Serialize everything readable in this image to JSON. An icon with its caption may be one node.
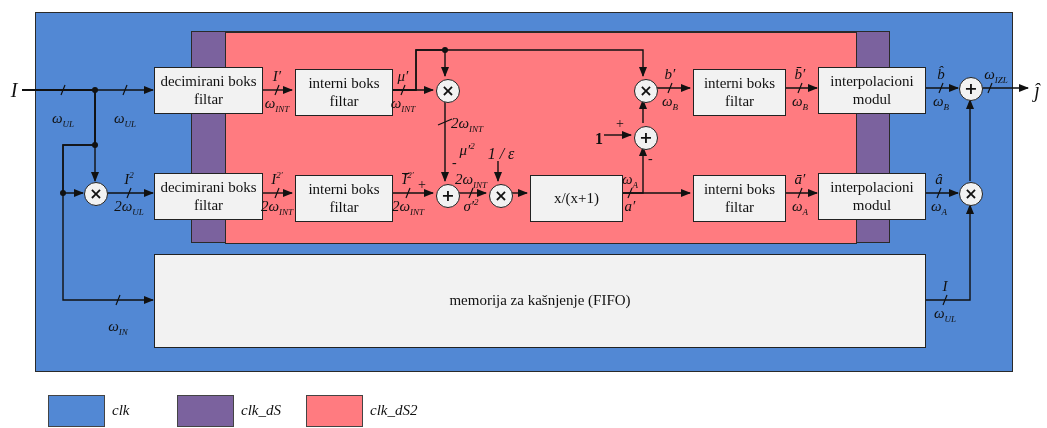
{
  "diagram": {
    "nodes": [
      {
        "text": [],
        "shape": "box"
      },
      {
        "text": [],
        "shape": "box",
        "in": 0
      },
      {
        "text": [],
        "shape": "box",
        "in": 1
      },
      {
        "text": [
          "I"
        ]
      },
      {
        "text": [
          "decimirani boks filtar"
        ],
        "in": 0
      },
      {
        "text": [
          "interni boks filtar"
        ],
        "in": 2
      },
      {
        "text": [
          "×"
        ],
        "in": 2
      },
      {
        "text": [
          "×"
        ],
        "in": 0
      },
      {
        "text": [
          "decimirani boks filtar"
        ],
        "in": 0
      },
      {
        "text": [
          "interni boks filtar"
        ],
        "in": 2
      },
      {
        "text": [
          "+"
        ],
        "in": 2
      },
      {
        "text": [
          "×"
        ],
        "in": 2
      },
      {
        "text": [
          "x/(x+1)"
        ],
        "in": 2
      },
      {
        "text": [
          "×"
        ],
        "in": 2
      },
      {
        "text": [
          "+"
        ],
        "in": 2
      },
      {
        "text": [
          "1"
        ],
        "in": 2
      },
      {
        "text": [
          "1 / ε"
        ],
        "in": 2
      },
      {
        "text": [
          "interni boks filtar"
        ],
        "in": 2
      },
      {
        "text": [
          "interni boks filtar"
        ],
        "in": 2
      },
      {
        "text": [
          "interpolacioni modul"
        ],
        "in": 0
      },
      {
        "text": [
          "interpolacioni modul"
        ],
        "in": 0
      },
      {
        "text": [
          "+"
        ],
        "in": 0
      },
      {
        "text": [
          "×"
        ],
        "in": 0
      },
      {
        "text": [
          "memorija za kašnjenje (FIFO)"
        ],
        "in": 0
      },
      {
        "text": [
          "ĵ"
        ]
      }
    ],
    "edges": [
      {
        "from": 3,
        "to": 4,
        "arrow": "to",
        "label": "ω$_{UL}$"
      },
      {
        "from": 3,
        "to": 7,
        "arrow": "to"
      },
      {
        "from": 3,
        "to": 7,
        "arrow": "to"
      },
      {
        "from": 3,
        "to": 23,
        "arrow": "to",
        "label": "ω$_{IN}$"
      },
      {
        "from": 7,
        "to": 8,
        "arrow": "to",
        "label": "I$^{2}$ 2ω$_{UL}$"
      },
      {
        "from": 4,
        "to": 5,
        "arrow": "to",
        "label": "I′ ω$_{INT}$"
      },
      {
        "from": 8,
        "to": 9,
        "arrow": "to",
        "label": "I$^{2′}$ 2ω$_{INT}$"
      },
      {
        "from": 5,
        "to": 6,
        "arrow": "to",
        "label": "μ′ ω$_{INT}$"
      },
      {
        "from": 5,
        "to": 6,
        "arrow": "to"
      },
      {
        "from": 5,
        "to": 13,
        "arrow": "to"
      },
      {
        "from": 6,
        "to": 10,
        "arrow": "to",
        "label": "2ω$_{INT}$ μ′$^{2}$"
      },
      {
        "from": 9,
        "to": 10,
        "arrow": "to",
        "label": "I̅$^{2′}$ 2ω$_{INT}$"
      },
      {
        "from": 10,
        "to": 11,
        "arrow": "to",
        "label": "2ω$_{INT}$ σ′$^{2}$"
      },
      {
        "from": 16,
        "to": 11,
        "arrow": "to"
      },
      {
        "from": 11,
        "to": 12,
        "arrow": "to"
      },
      {
        "from": 12,
        "to": 18,
        "arrow": "to",
        "label": "ω$_{A}$ a′"
      },
      {
        "from": 12,
        "to": 14,
        "arrow": "to"
      },
      {
        "from": 15,
        "to": 14,
        "arrow": "to"
      },
      {
        "from": 14,
        "to": 13,
        "arrow": "to"
      },
      {
        "from": 13,
        "to": 17,
        "arrow": "to",
        "label": "b′ ω$_{B}$"
      },
      {
        "from": 17,
        "to": 19,
        "arrow": "to",
        "label": "b̄′ ω$_{B}$"
      },
      {
        "from": 18,
        "to": 20,
        "arrow": "to",
        "label": "ā′ ω$_{A}$"
      },
      {
        "from": 19,
        "to": 21,
        "arrow": "to",
        "label": "b̂ ω$_{B}$"
      },
      {
        "from": 20,
        "to": 22,
        "arrow": "to",
        "label": "â ω$_{A}$"
      },
      {
        "from": 22,
        "to": 21,
        "arrow": "to"
      },
      {
        "from": 23,
        "to": 22,
        "arrow": "to",
        "label": "I ω$_{UL}$"
      },
      {
        "from": 21,
        "to": 24,
        "arrow": "to",
        "label": "ω$_{IZL}$"
      }
    ],
    "labels": [
      "ω$_{UL}$",
      "+",
      "-",
      "+",
      "-"
    ],
    "legend": [
      {
        "text": "clk",
        "color": "#5288d4"
      },
      {
        "text": "clk_dS",
        "color": "#7b629e"
      },
      {
        "text": "clk_dS2",
        "color": "#ff7b80"
      }
    ]
  }
}
